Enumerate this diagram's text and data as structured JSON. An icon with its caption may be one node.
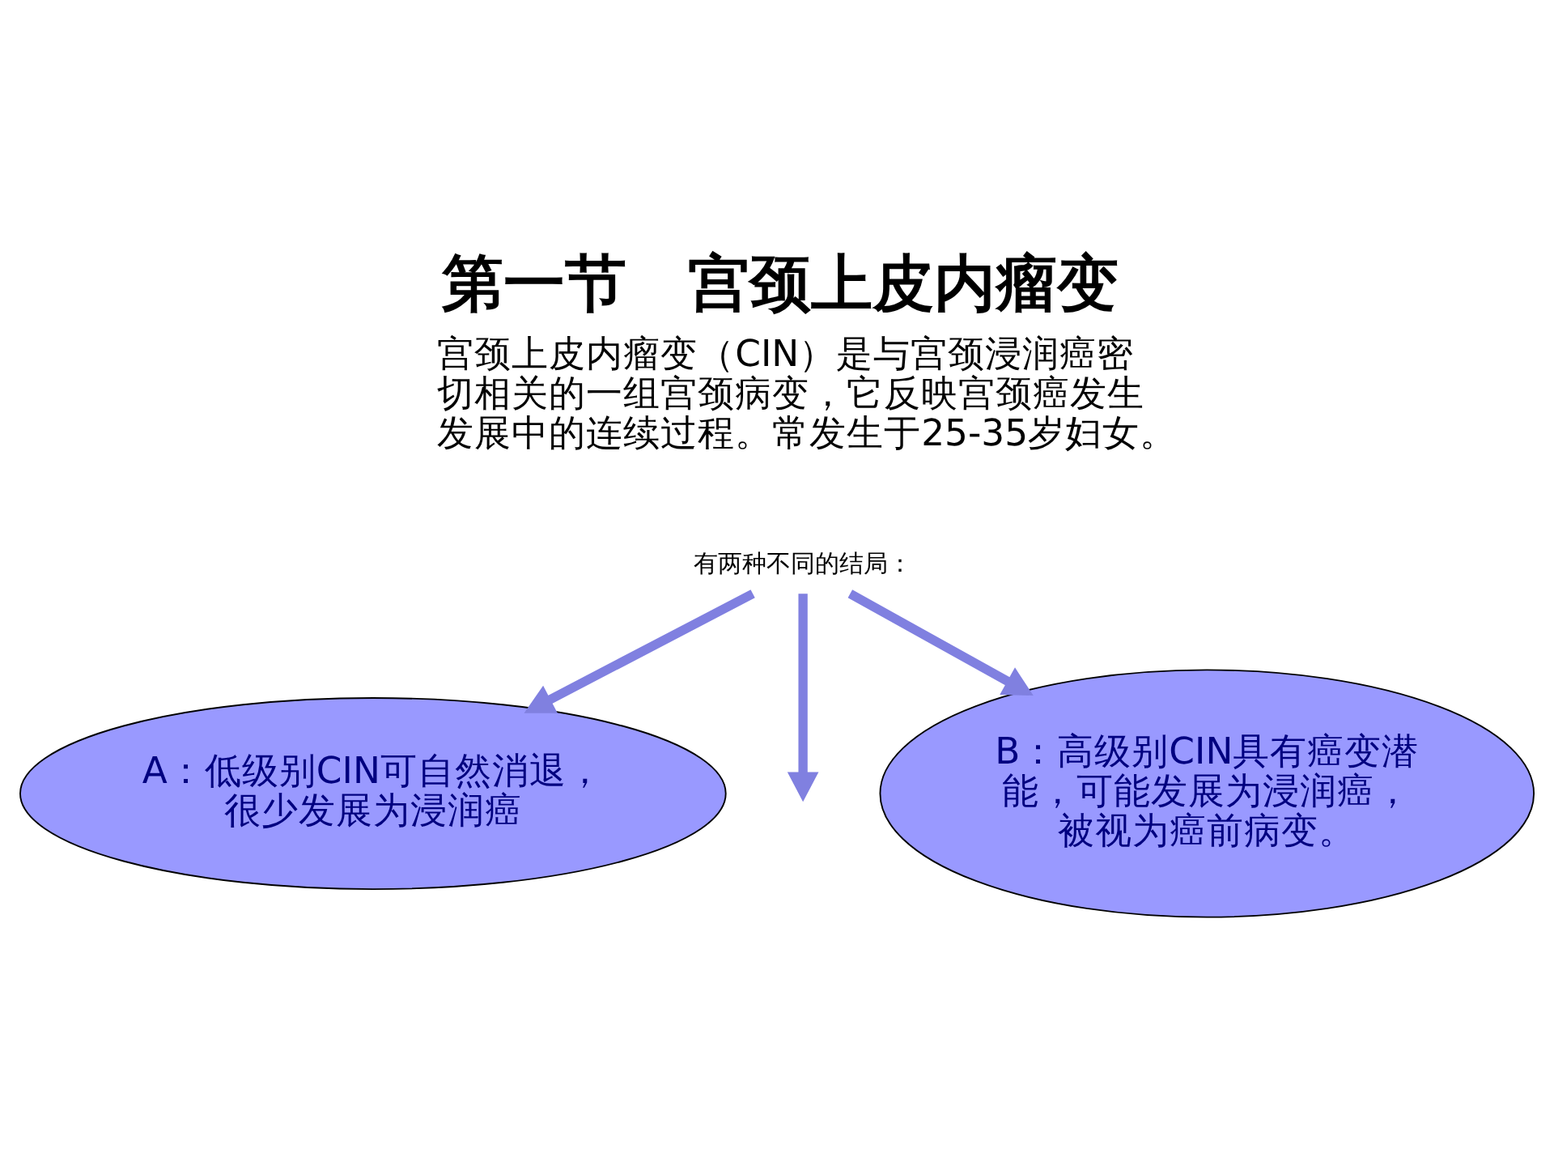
{
  "diagram": {
    "title": "第一节　宫颈上皮内瘤变",
    "nodes": [
      {
        "text": [
          "有两种不同的结局："
        ]
      },
      {
        "text": [
          "A：低级别CIN可自然消退，很少发展为浸润癌"
        ]
      },
      {
        "text": [
          "B：高级别CIN具有癌变潜能，可能发展为浸润癌，被视为癌前病变。"
        ]
      }
    ],
    "edges": [
      {
        "from": 0,
        "to": 1,
        "arrow": "to"
      },
      {
        "from": 0,
        "to": null,
        "arrow": "to"
      },
      {
        "from": 0,
        "to": 2,
        "arrow": "to"
      }
    ],
    "labels": [
      "宫颈上皮内瘤变（CIN）是与宫颈浸润癌密切相关的一组宫颈病变，它反映宫颈癌发生发展中的连续过程。常发生于25-35岁妇女。"
    ]
  }
}
